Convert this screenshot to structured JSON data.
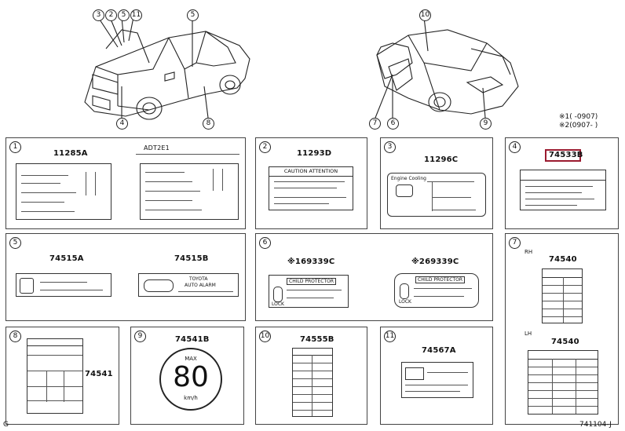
{
  "top": {
    "front_callouts": [
      "3",
      "2",
      "5",
      "11",
      "5",
      "4",
      "8"
    ],
    "rear_callouts": [
      "10",
      "7",
      "6",
      "9"
    ],
    "notes": [
      "※1(     -0907)",
      "※2(0907-     )"
    ]
  },
  "panels": [
    {
      "id": "1",
      "parts": [
        "11285A",
        "ADT2E1"
      ]
    },
    {
      "id": "2",
      "parts": [
        "11293D"
      ]
    },
    {
      "id": "3",
      "parts": [
        "11296C"
      ]
    },
    {
      "id": "4",
      "parts": [
        "74533B"
      ]
    },
    {
      "id": "5",
      "parts": [
        "74515A",
        "74515B"
      ]
    },
    {
      "id": "6",
      "parts": [
        "※169339C",
        "※269339C"
      ]
    },
    {
      "id": "7",
      "parts": [
        "74540",
        "74540"
      ],
      "side_labels": [
        "RH",
        "LH"
      ]
    },
    {
      "id": "8",
      "parts": [
        "74541"
      ]
    },
    {
      "id": "9",
      "parts": [
        "74541B"
      ]
    },
    {
      "id": "10",
      "parts": [
        "74555B"
      ]
    },
    {
      "id": "11",
      "parts": [
        "74567A"
      ]
    }
  ],
  "label_text": {
    "caution": "CAUTION  ATTENTION",
    "engine": "Engine Cooling",
    "toyota": "TOYOTA",
    "auto_alarm": "AUTO ALARM",
    "child_protector_1": "CHILD PROTECTOR",
    "child_protector_2": "CHILD PROTECTOR",
    "lock_1": "LOCK",
    "lock_2": "LOCK",
    "max": "MAX",
    "speed": "80",
    "unit": "km/h"
  },
  "footer": {
    "left": "G",
    "right": "741104-J"
  },
  "colors": {
    "highlight": "#9b1b30",
    "ink": "#222222",
    "watermark": "#e6e6e6"
  }
}
